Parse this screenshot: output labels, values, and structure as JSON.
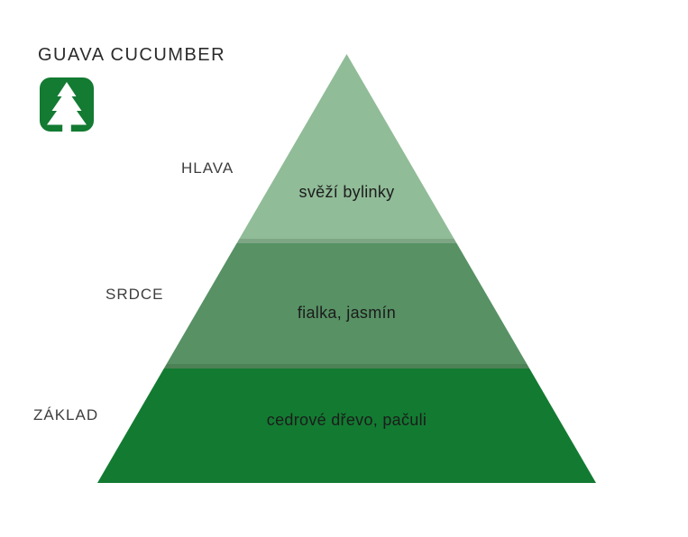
{
  "header": {
    "title": "GUAVA CUCUMBER",
    "logo_icon": "pine-tree-icon"
  },
  "pyramid": {
    "type": "fragrance-pyramid",
    "tiers": [
      {
        "label": "HLAVA",
        "notes": "svěží bylinky",
        "color": "#90bc97"
      },
      {
        "label": "SRDCE",
        "notes": "fialka, jasmín",
        "color": "#579164"
      },
      {
        "label": "ZÁKLAD",
        "notes": "cedrové dřevo, pačuli",
        "color": "#127b31"
      }
    ]
  },
  "colors": {
    "background": "#ffffff",
    "title_text": "#2b2b2b",
    "tier_label_text": "#3e3e3e",
    "pyramid_note_text": "#1c1c1c",
    "logo_green": "#137b32",
    "tier_top_green": "#90bc97",
    "tier_middle_green": "#579164",
    "tier_base_green": "#127b31"
  }
}
